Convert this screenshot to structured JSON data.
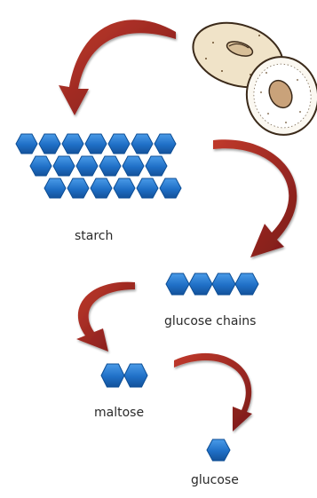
{
  "labels": {
    "starch": "starch",
    "glucose_chains": "glucose chains",
    "maltose": "maltose",
    "glucose": "glucose"
  },
  "colors": {
    "hexagon_fill": "#1f6fc6",
    "hexagon_stroke": "#0d4e95",
    "arrow_fill": "#a52a2a",
    "arrow_dark": "#7a1a1a",
    "bagel_fill": "#f3ead8",
    "bagel_outline": "#3b2a1a",
    "bagel_hole": "#c9a27a"
  },
  "icons": {
    "food": "bagel-illustration",
    "unit": "glucose-hexagon",
    "arrow": "curved-red-arrow"
  },
  "molecules": {
    "starch_units": 19,
    "chain_units": 4,
    "maltose_units": 2,
    "glucose_units": 1
  }
}
